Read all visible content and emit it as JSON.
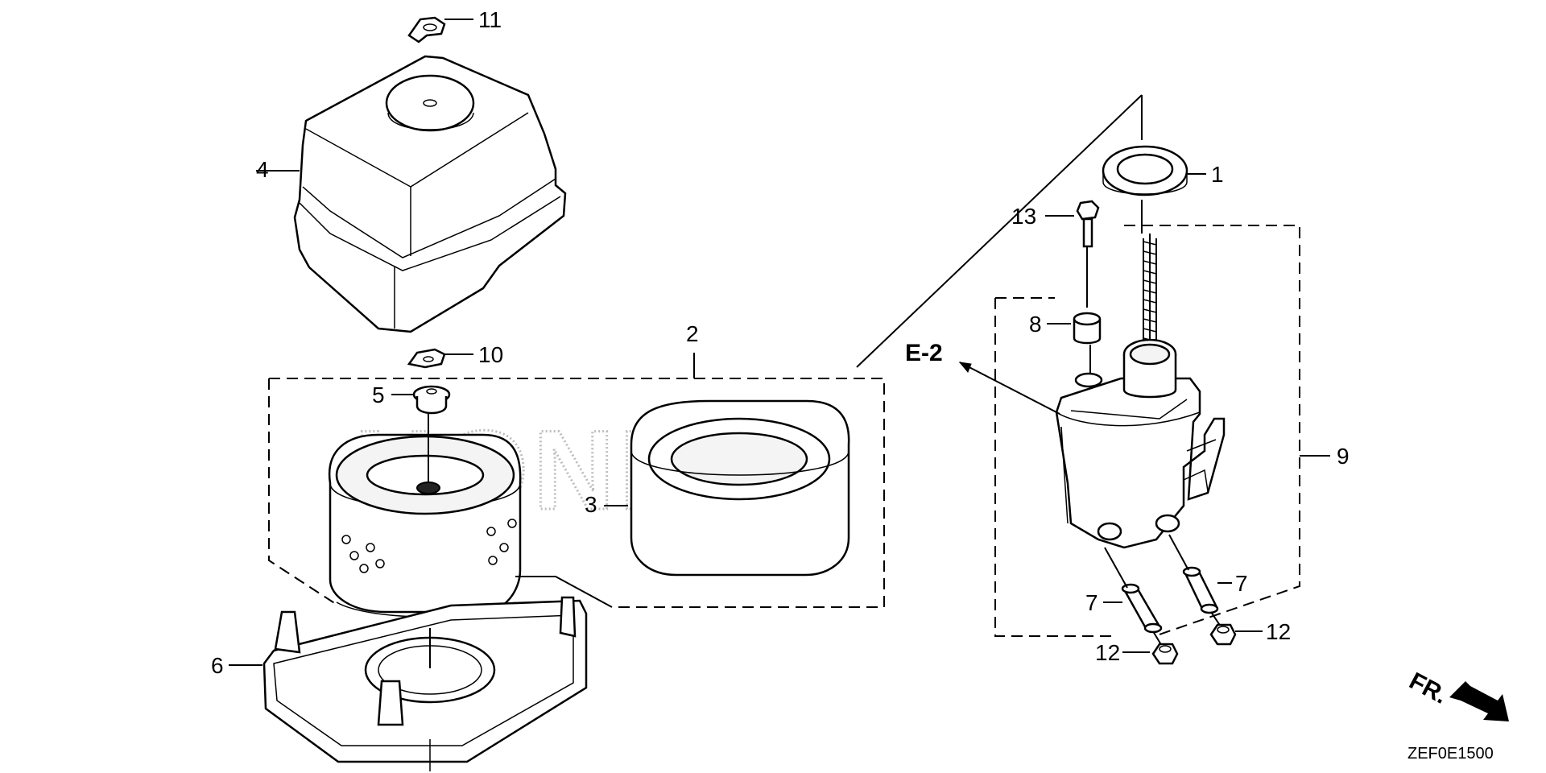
{
  "diagram": {
    "watermark": "HONDA",
    "reference_code": "ZEF0E1500",
    "direction_label": "FR.",
    "reference_callout": "E-2",
    "callouts": {
      "c1": "1",
      "c2": "2",
      "c3": "3",
      "c4": "4",
      "c5": "5",
      "c6": "6",
      "c7a": "7",
      "c7b": "7",
      "c8": "8",
      "c9": "9",
      "c10": "10",
      "c11": "11",
      "c12a": "12",
      "c12b": "12",
      "c13": "13"
    }
  }
}
